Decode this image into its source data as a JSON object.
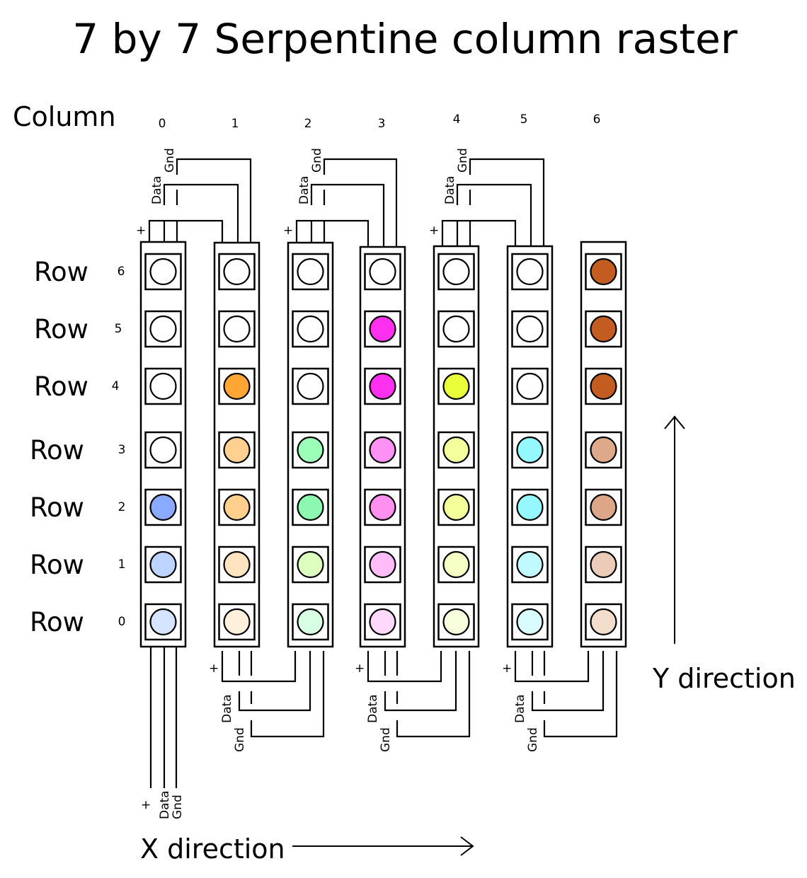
{
  "title": "7 by 7 Serpentine column raster",
  "column_label": "Column",
  "row_label": "Row",
  "columns": [
    "0",
    "1",
    "2",
    "3",
    "4",
    "5",
    "6"
  ],
  "rows": [
    "6",
    "5",
    "4",
    "3",
    "2",
    "1",
    "0"
  ],
  "wire_labels": {
    "plus": "+",
    "data": "Data",
    "gnd": "Gnd"
  },
  "x_direction_label": "X direction",
  "y_direction_label": "Y direction",
  "led_colors": {
    "note": "columns[c][r] where r indexes rows top-to-bottom (6..0)",
    "columns": [
      [
        "#ffffff",
        "#ffffff",
        "#ffffff",
        "#ffffff",
        "#8aaaff",
        "#bcd4ff",
        "#d6e4ff"
      ],
      [
        "#ffffff",
        "#ffffff",
        "#ffa634",
        "#ffd090",
        "#ffcf8e",
        "#ffe4c0",
        "#fff0dc"
      ],
      [
        "#ffffff",
        "#ffffff",
        "#ffffff",
        "#9cffb8",
        "#8cf8b0",
        "#dcffc0",
        "#d8ffe4"
      ],
      [
        "#ffffff",
        "#ff30f0",
        "#ff30f0",
        "#ff90f4",
        "#ff90f0",
        "#ffbcf8",
        "#ffd8fc"
      ],
      [
        "#ffffff",
        "#ffffff",
        "#eaff3a",
        "#f2ff9a",
        "#f2ff9a",
        "#f6ffc4",
        "#f8ffdc"
      ],
      [
        "#ffffff",
        "#ffffff",
        "#ffffff",
        "#96f8ff",
        "#96f8ff",
        "#c0faff",
        "#d8fcff"
      ],
      [
        "#c25c20",
        "#c25c20",
        "#c25c20",
        "#dea88a",
        "#dea688",
        "#ecccb8",
        "#f2dccc"
      ]
    ]
  }
}
